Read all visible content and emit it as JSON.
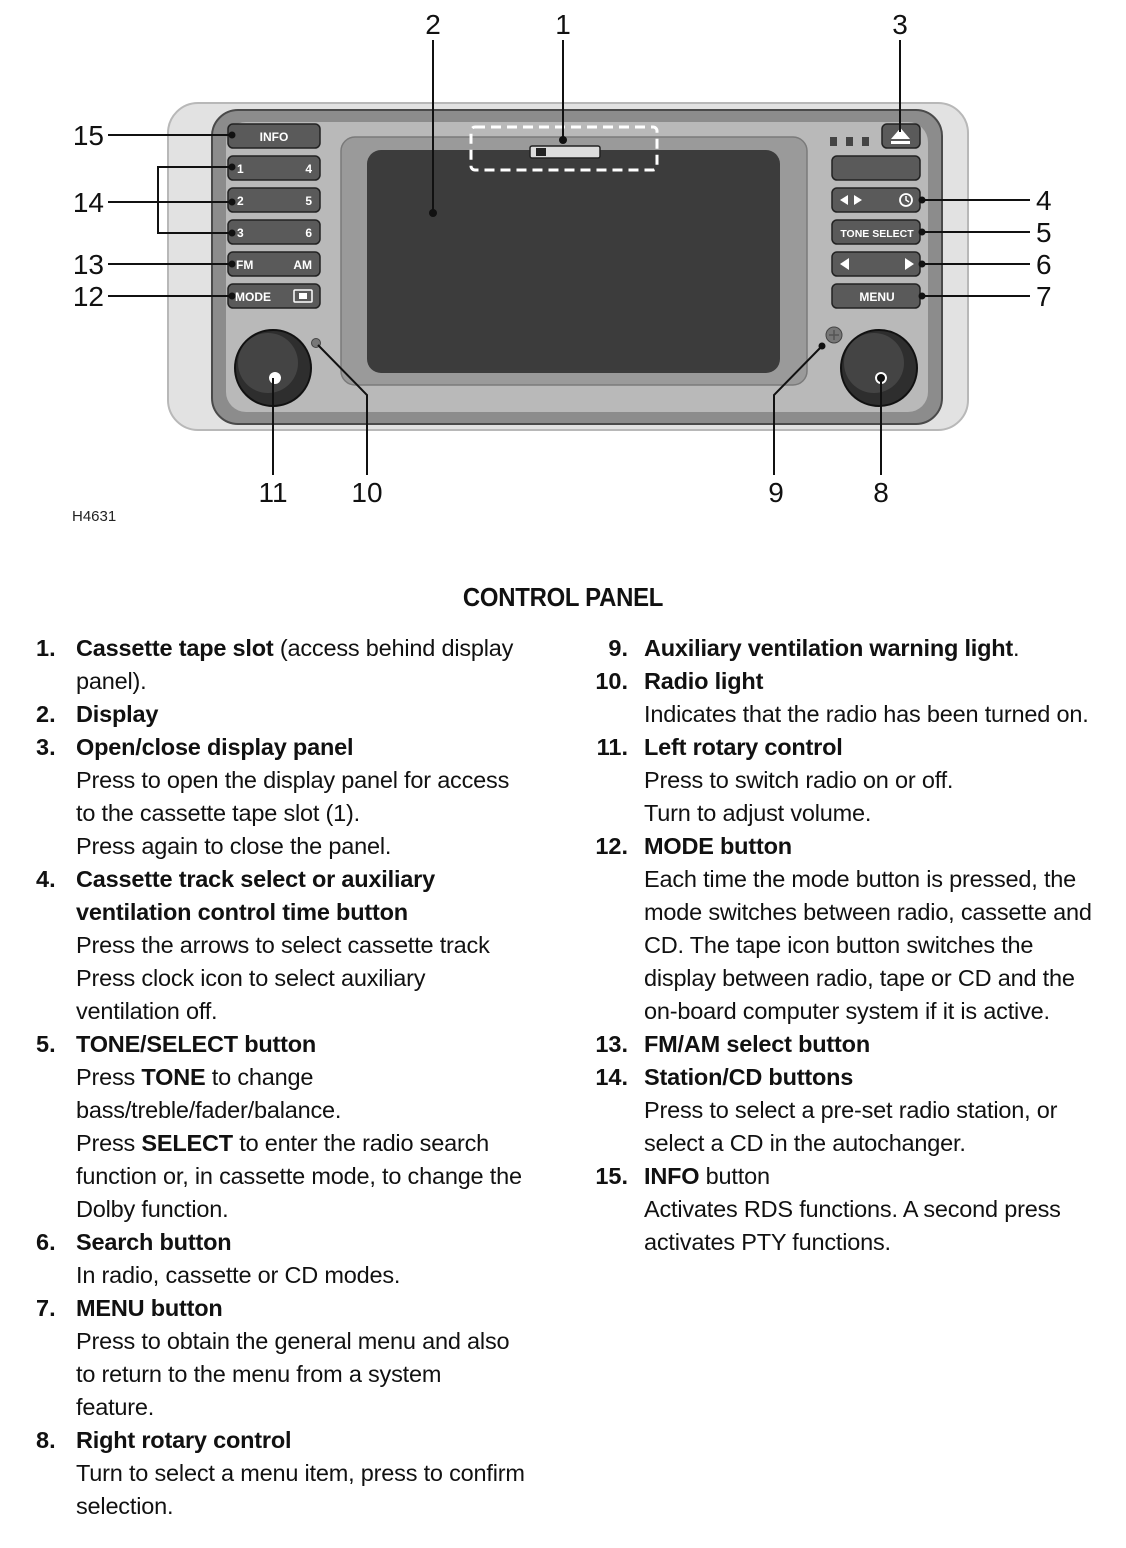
{
  "figure": {
    "figure_id": "H4631",
    "callouts": [
      "1",
      "2",
      "3",
      "4",
      "5",
      "6",
      "7",
      "8",
      "9",
      "10",
      "11",
      "12",
      "13",
      "14",
      "15"
    ],
    "buttons": {
      "info": "INFO",
      "preset_1": "1",
      "preset_4": "4",
      "preset_2": "2",
      "preset_5": "5",
      "preset_3": "3",
      "preset_6": "6",
      "fm": "FM",
      "am": "AM",
      "mode": "MODE",
      "tone_select": "TONE SELECT",
      "menu": "MENU"
    }
  },
  "title": "CONTROL PANEL",
  "items_left": [
    {
      "num": "1.",
      "title": "Cassette tape slot",
      "title_suffix": " (access behind display",
      "lines": [
        "panel)."
      ]
    },
    {
      "num": "2.",
      "title": "Display",
      "title_suffix": "",
      "lines": []
    },
    {
      "num": "3.",
      "title": "Open/close display panel",
      "title_suffix": "",
      "lines": [
        "Press to open the display panel for access",
        "to the cassette tape slot (1).",
        "Press again to close the panel."
      ]
    },
    {
      "num": "4.",
      "title": "Cassette track select or auxiliary",
      "title_suffix": "",
      "title2": "ventilation control time button",
      "lines": [
        "Press the arrows to select cassette track",
        "Press clock icon to select auxiliary",
        "ventilation off."
      ]
    },
    {
      "num": "5.",
      "title": "TONE/SELECT button",
      "title_suffix": "",
      "lines5": {
        "l1_pre": "Press ",
        "l1_bold": "TONE",
        "l1_post": " to change",
        "l2": "bass/treble/fader/balance.",
        "l3_pre": "Press ",
        "l3_bold": "SELECT",
        "l3_post": " to enter the radio search",
        "l4": "function or, in cassette mode, to change the",
        "l5": "Dolby function."
      }
    },
    {
      "num": "6.",
      "title": "Search button",
      "title_suffix": "",
      "lines": [
        "In radio, cassette or CD modes."
      ]
    },
    {
      "num": "7.",
      "title": "MENU button",
      "title_suffix": "",
      "lines": [
        "Press to obtain the general menu and also",
        "to return to the menu from a system",
        "feature."
      ]
    },
    {
      "num": "8.",
      "title": "Right rotary control",
      "title_suffix": "",
      "lines": [
        "Turn to select a menu item, press to confirm",
        "selection."
      ]
    }
  ],
  "items_right": [
    {
      "num": "9.",
      "title": "Auxiliary ventilation warning light",
      "title_suffix": ".",
      "lines": []
    },
    {
      "num": "10.",
      "title": "Radio light",
      "title_suffix": "",
      "lines": [
        "Indicates that the radio has been turned on."
      ]
    },
    {
      "num": "11.",
      "title": "Left rotary control",
      "title_suffix": "",
      "lines": [
        "Press to switch radio on or off.",
        "Turn to adjust volume."
      ]
    },
    {
      "num": "12.",
      "title": "MODE button",
      "title_suffix": "",
      "lines": [
        "Each time the mode button is pressed, the",
        "mode switches between radio, cassette and",
        "CD. The tape icon button switches the",
        "display between radio, tape or CD and the",
        "on-board computer system if it is active."
      ]
    },
    {
      "num": "13.",
      "title": "FM/AM select button",
      "title_suffix": "",
      "lines": []
    },
    {
      "num": "14.",
      "title": "Station/CD buttons",
      "title_suffix": "",
      "lines": [
        "Press to select a pre-set radio station, or",
        "select a CD in the autochanger."
      ]
    },
    {
      "num": "15.",
      "title": "INFO",
      "title_suffix": " button",
      "lines": [
        "Activates RDS functions. A second press",
        "activates PTY functions."
      ]
    }
  ]
}
